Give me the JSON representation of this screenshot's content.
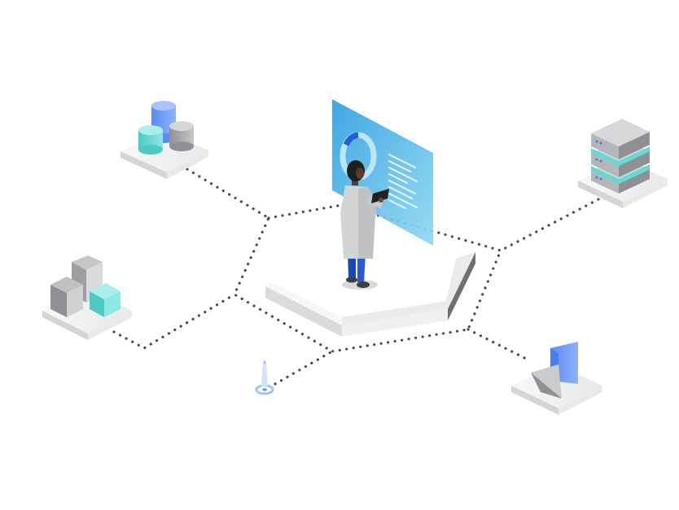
{
  "scene": {
    "background": "#ffffff",
    "connector_style": "dotted",
    "central_figure": "person-with-tablet-icon",
    "nodes": [
      {
        "id": "databases",
        "icon": "database-cylinders-icon"
      },
      {
        "id": "servers",
        "icon": "server-rack-icon"
      },
      {
        "id": "cubes",
        "icon": "cubes-icon"
      },
      {
        "id": "prism",
        "icon": "prism-icon"
      },
      {
        "id": "pin",
        "icon": "location-pin-icon"
      }
    ],
    "colors": {
      "screen": "#4aaee6",
      "accent_blue": "#6f9cf5",
      "accent_teal": "#62d9d4",
      "metal": "#a9abad",
      "platform": "#f3f4f5"
    }
  }
}
